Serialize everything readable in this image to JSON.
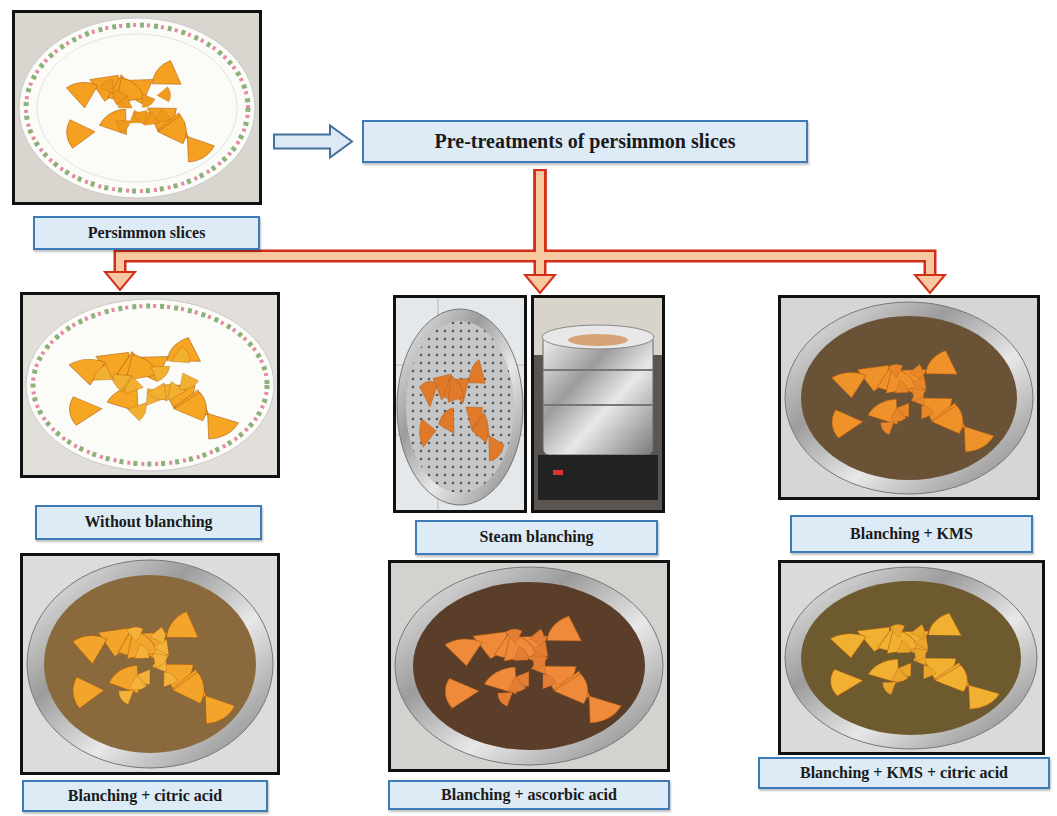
{
  "diagram": {
    "nodes": [
      {
        "text": [
          "Persimmon slices"
        ]
      },
      {
        "text": [
          "Pre-treatments of persimmon slices"
        ]
      },
      {
        "text": [
          "Without blanching"
        ]
      },
      {
        "text": [
          "Steam blanching"
        ]
      },
      {
        "text": [
          "Blanching + KMS"
        ]
      },
      {
        "text": [
          "Blanching + citric acid"
        ]
      },
      {
        "text": [
          "Blanching + ascorbic acid"
        ]
      },
      {
        "text": [
          "Blanching + KMS + citric acid"
        ]
      }
    ],
    "edges": [
      {
        "from": 0,
        "to": 1,
        "arrow": "to"
      },
      {
        "from": 1,
        "to": 2,
        "arrow": "to"
      },
      {
        "from": 1,
        "to": 3,
        "arrow": "to"
      },
      {
        "from": 1,
        "to": 4,
        "arrow": "to"
      }
    ]
  }
}
